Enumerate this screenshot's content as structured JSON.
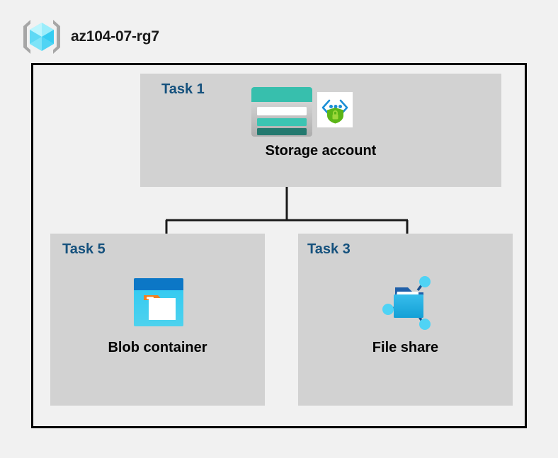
{
  "resource_group": {
    "name": "az104-07-rg7",
    "icon": "resource-group-cube-icon"
  },
  "diagram": {
    "type": "azure-architecture-hierarchy",
    "nodes": [
      {
        "id": "storage-account",
        "task_label": "Task 1",
        "label": "Storage account",
        "icons": [
          "storage-account-icon",
          "secure-endpoint-shield-icon"
        ]
      },
      {
        "id": "blob-container",
        "task_label": "Task 5",
        "label": "Blob container",
        "icons": [
          "blob-container-icon"
        ]
      },
      {
        "id": "file-share",
        "task_label": "Task 3",
        "label": "File share",
        "icons": [
          "file-share-icon"
        ]
      }
    ],
    "edges": [
      {
        "from": "storage-account",
        "to": "blob-container"
      },
      {
        "from": "storage-account",
        "to": "file-share"
      }
    ]
  },
  "colors": {
    "background": "#f1f1f1",
    "panel": "#d2d2d2",
    "frame_border": "#000000",
    "task_label": "#15517d",
    "node_label": "#000000",
    "storage_teal": "#37bfad",
    "storage_dark_teal": "#1f7a72",
    "blob_header_blue": "#0c77c6",
    "blob_body_cyan": "#3fc6f0",
    "blob_tag_orange": "#f08022",
    "fileshare_blue": "#32b5e5",
    "fileshare_node_cyan": "#4fd3f5",
    "shield_green": "#5bb517",
    "bracket_blue": "#1b8fd6",
    "cube_cyan": "#6fe4fa",
    "bracket_gray": "#a6a6a6"
  }
}
